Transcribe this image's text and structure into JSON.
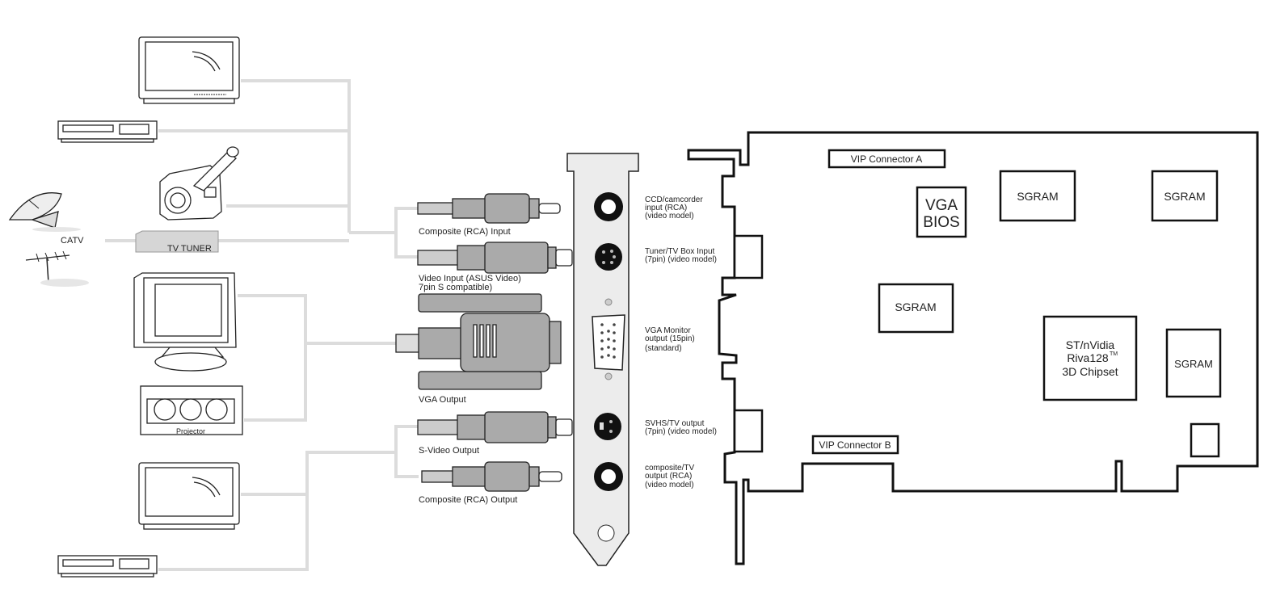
{
  "devices": {
    "catv": "CATV",
    "tv_tuner": "TV TUNER",
    "projector": "Projector"
  },
  "cables": {
    "composite_input": "Composite (RCA) Input",
    "video_input_line1": "Video Input (ASUS Video)",
    "video_input_line2": "7pin S compatible)",
    "vga_output": "VGA Output",
    "svideo_output": "S-Video Output",
    "composite_output": "Composite (RCA) Output"
  },
  "ports": {
    "ccd": [
      "CCD/camcorder",
      "input (RCA)",
      "(video model)"
    ],
    "tuner": [
      "Tuner/TV Box Input",
      "(7pin) (video model)"
    ],
    "vga": [
      "VGA Monitor",
      "output (15pin)",
      "(standard)"
    ],
    "svhs": [
      "SVHS/TV output",
      "(7pin) (video model)"
    ],
    "composite": [
      "composite/TV",
      "output (RCA)",
      "(video model)"
    ]
  },
  "board": {
    "vip_a": "VIP Connector A",
    "vip_b": "VIP Connector B",
    "vga_bios_line1": "VGA",
    "vga_bios_line2": "BIOS",
    "sgram": "SGRAM",
    "chipset_line1": "ST/nVidia",
    "chipset_line2": "Riva128",
    "chipset_tm": "TM",
    "chipset_line3": "3D Chipset"
  }
}
